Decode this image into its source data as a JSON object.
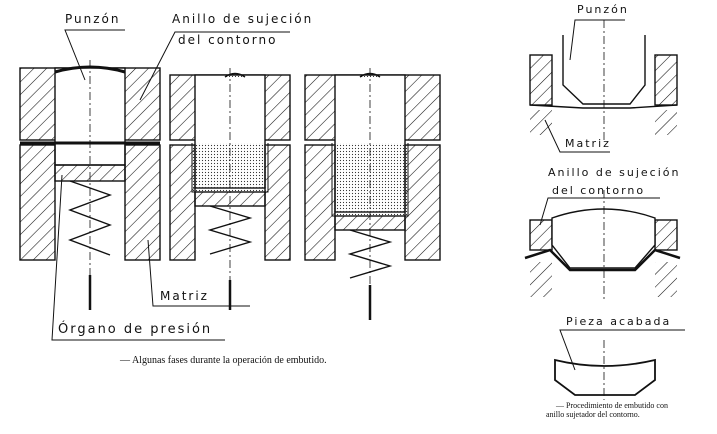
{
  "left_figure": {
    "labels": {
      "punch": "Punzón",
      "ring_line1": "Anillo de sujeción",
      "ring_line2": "del contorno",
      "die": "Matriz",
      "pressure": "Órgano de presión"
    },
    "caption": "— Algunas fases durante la operación de embutido."
  },
  "right_figure": {
    "labels": {
      "punch": "Punzón",
      "die": "Matriz",
      "ring_line1": "Anillo de sujeción",
      "ring_line2": "del contorno",
      "finished": "Pieza acabada"
    },
    "caption_line1": "— Procedimiento de embutido con",
    "caption_line2": "anillo sujetador del contorno."
  }
}
